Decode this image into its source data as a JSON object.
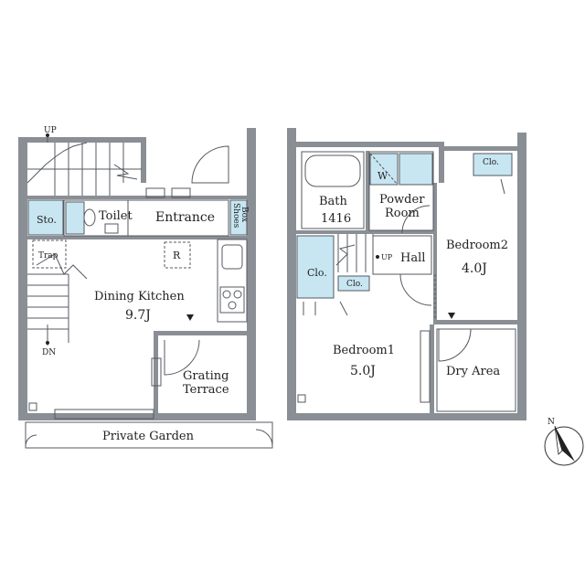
{
  "rooms": {
    "dining_kitchen": {
      "name": "Dining Kitchen",
      "size": "9.7J"
    },
    "entrance": "Entrance",
    "toilet": "Toilet",
    "storage": "Sto.",
    "shoes_box_line1": "Shoes",
    "shoes_box_line2": "Box",
    "trap": "Trap",
    "refrigerator": "R",
    "grating_terrace_line1": "Grating",
    "grating_terrace_line2": "Terrace",
    "private_garden": "Private Garden",
    "bath": {
      "name": "Bath",
      "size": "1416"
    },
    "powder_room_line1": "Powder",
    "powder_room_line2": "Room",
    "washer": "W",
    "hall": "Hall",
    "bedroom1": {
      "name": "Bedroom1",
      "size": "5.0J"
    },
    "bedroom2": {
      "name": "Bedroom2",
      "size": "4.0J"
    },
    "dry_area": "Dry Area",
    "closet_small": "Clo.",
    "closet_bedroom1": "Clo.",
    "closet_bedroom2": "Clo."
  },
  "stairs": {
    "up_first_floor": "UP",
    "down_first_floor": "DN",
    "up_second_floor": "UP"
  },
  "compass": {
    "north": "N"
  },
  "colors": {
    "wall": "#8a8f95",
    "storage_fill": "#c7e6f2",
    "line": "#555a60"
  }
}
